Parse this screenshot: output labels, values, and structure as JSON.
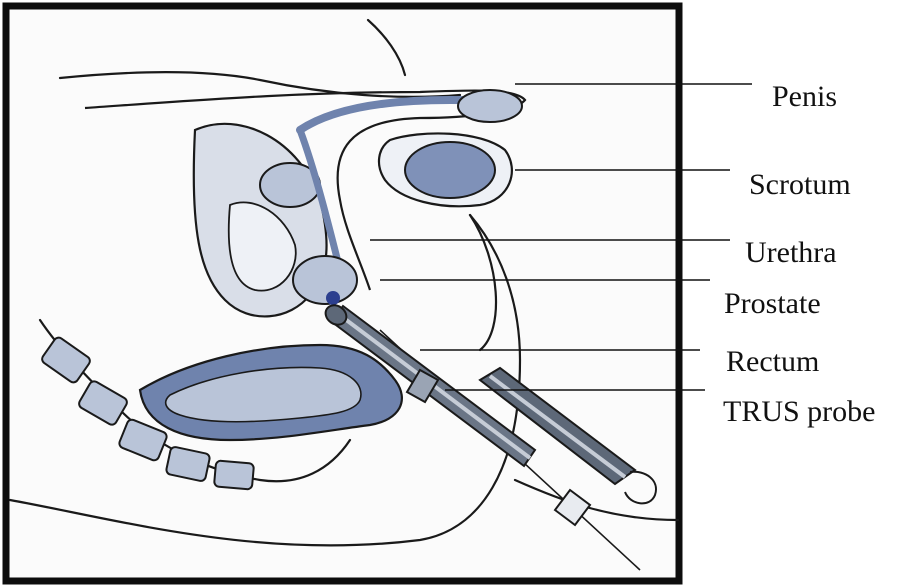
{
  "labels": {
    "penis": "Penis",
    "scrotum": "Scrotum",
    "urethra": "Urethra",
    "prostate": "Prostate",
    "rectum": "Rectum",
    "trus_probe": "TRUS probe"
  },
  "colors": {
    "frame": "#0d0d0d",
    "organ_fill": "#b9c4d8",
    "deep_fill": "#6f83ad",
    "probe_dark": "#5d6878",
    "probe_light": "#c6ccd6",
    "prostate_dot": "#2c3f8f"
  }
}
